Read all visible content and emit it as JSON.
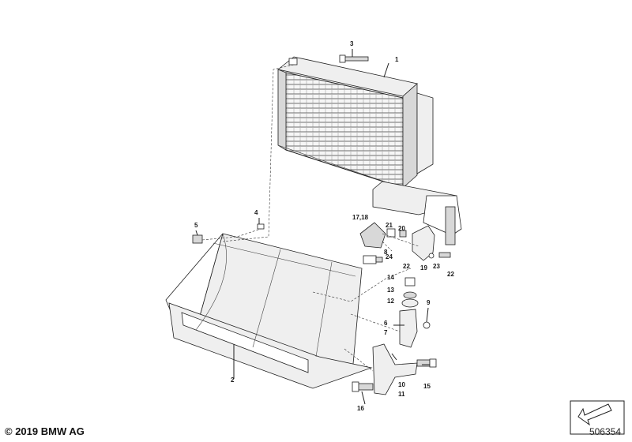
{
  "labels": {
    "p1": "1",
    "p2": "2",
    "p3": "3",
    "p4": "4",
    "p5": "5",
    "p6": "6",
    "p7": "7",
    "p8": "8",
    "p9": "9",
    "p10": "10",
    "p11": "11",
    "p12": "12",
    "p13": "13",
    "p14": "14",
    "p15": "15",
    "p16": "16",
    "p17_18": "17,18",
    "p19": "19",
    "p20": "20",
    "p21": "21",
    "p22a": "22",
    "p22b": "22",
    "p23": "23",
    "p24": "24"
  },
  "footer": {
    "copyright": "© 2019 BMW AG",
    "diagram_id": "506354"
  },
  "icons": {
    "corner": "navigation-arrow-icon"
  }
}
